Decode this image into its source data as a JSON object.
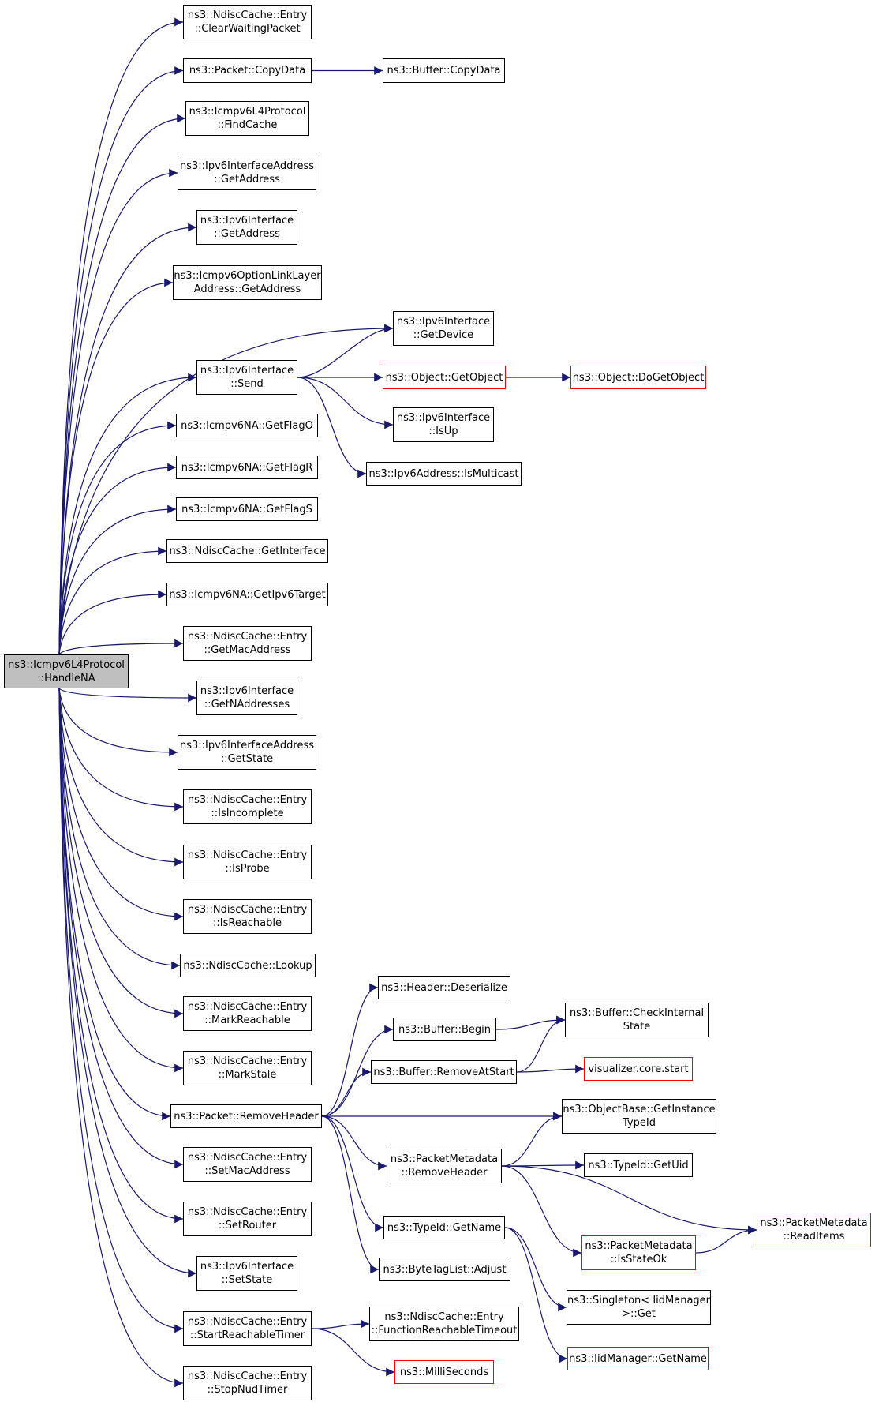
{
  "colors": {
    "edge": "#191970",
    "root_fill": "#bfbfbf",
    "truncated_border": "#ff0000",
    "normal_border": "#000000"
  },
  "nodes": [
    {
      "id": "root",
      "lines": [
        "ns3::Icmpv6L4Protocol",
        "::HandleNA"
      ],
      "kind": "root"
    },
    {
      "id": "n1",
      "lines": [
        "ns3::NdiscCache::Entry",
        "::ClearWaitingPacket"
      ]
    },
    {
      "id": "n2",
      "lines": [
        "ns3::Packet::CopyData"
      ]
    },
    {
      "id": "n2a",
      "lines": [
        "ns3::Buffer::CopyData"
      ]
    },
    {
      "id": "n3",
      "lines": [
        "ns3::Icmpv6L4Protocol",
        "::FindCache"
      ]
    },
    {
      "id": "n4",
      "lines": [
        "ns3::Ipv6InterfaceAddress",
        "::GetAddress"
      ]
    },
    {
      "id": "n5",
      "lines": [
        "ns3::Ipv6Interface",
        "::GetAddress"
      ]
    },
    {
      "id": "n6",
      "lines": [
        "ns3::Icmpv6OptionLinkLayer",
        "Address::GetAddress"
      ]
    },
    {
      "id": "n7",
      "lines": [
        "ns3::Ipv6Interface",
        "::GetDevice"
      ]
    },
    {
      "id": "n8",
      "lines": [
        "ns3::Ipv6Interface",
        "::Send"
      ]
    },
    {
      "id": "n8a",
      "lines": [
        "ns3::Object::GetObject"
      ],
      "kind": "trunc"
    },
    {
      "id": "n8b",
      "lines": [
        "ns3::Object::DoGetObject"
      ],
      "kind": "trunc"
    },
    {
      "id": "n8c",
      "lines": [
        "ns3::Ipv6Interface",
        "::IsUp"
      ]
    },
    {
      "id": "n8d",
      "lines": [
        "ns3::Ipv6Address::IsMulticast"
      ]
    },
    {
      "id": "n9",
      "lines": [
        "ns3::Icmpv6NA::GetFlagO"
      ]
    },
    {
      "id": "n10",
      "lines": [
        "ns3::Icmpv6NA::GetFlagR"
      ]
    },
    {
      "id": "n11",
      "lines": [
        "ns3::Icmpv6NA::GetFlagS"
      ]
    },
    {
      "id": "n12",
      "lines": [
        "ns3::NdiscCache::GetInterface"
      ]
    },
    {
      "id": "n13",
      "lines": [
        "ns3::Icmpv6NA::GetIpv6Target"
      ]
    },
    {
      "id": "n14",
      "lines": [
        "ns3::NdiscCache::Entry",
        "::GetMacAddress"
      ]
    },
    {
      "id": "n15",
      "lines": [
        "ns3::Ipv6Interface",
        "::GetNAddresses"
      ]
    },
    {
      "id": "n16",
      "lines": [
        "ns3::Ipv6InterfaceAddress",
        "::GetState"
      ]
    },
    {
      "id": "n17",
      "lines": [
        "ns3::NdiscCache::Entry",
        "::IsIncomplete"
      ]
    },
    {
      "id": "n18",
      "lines": [
        "ns3::NdiscCache::Entry",
        "::IsProbe"
      ]
    },
    {
      "id": "n19",
      "lines": [
        "ns3::NdiscCache::Entry",
        "::IsReachable"
      ]
    },
    {
      "id": "n20",
      "lines": [
        "ns3::NdiscCache::Lookup"
      ]
    },
    {
      "id": "n21",
      "lines": [
        "ns3::NdiscCache::Entry",
        "::MarkReachable"
      ]
    },
    {
      "id": "n22",
      "lines": [
        "ns3::NdiscCache::Entry",
        "::MarkStale"
      ]
    },
    {
      "id": "n23",
      "lines": [
        "ns3::Packet::RemoveHeader"
      ]
    },
    {
      "id": "h1",
      "lines": [
        "ns3::Header::Deserialize"
      ]
    },
    {
      "id": "h2",
      "lines": [
        "ns3::Buffer::Begin"
      ]
    },
    {
      "id": "h3",
      "lines": [
        "ns3::Buffer::CheckInternal",
        "State"
      ]
    },
    {
      "id": "h4",
      "lines": [
        "ns3::Buffer::RemoveAtStart"
      ]
    },
    {
      "id": "h5",
      "lines": [
        "visualizer.core.start"
      ],
      "kind": "trunc"
    },
    {
      "id": "h6",
      "lines": [
        "ns3::ObjectBase::GetInstance",
        "TypeId"
      ]
    },
    {
      "id": "h7",
      "lines": [
        "ns3::PacketMetadata",
        "::RemoveHeader"
      ]
    },
    {
      "id": "h8",
      "lines": [
        "ns3::TypeId::GetUid"
      ]
    },
    {
      "id": "h9",
      "lines": [
        "ns3::PacketMetadata",
        "::ReadItems"
      ],
      "kind": "trunc"
    },
    {
      "id": "h10",
      "lines": [
        "ns3::TypeId::GetName"
      ]
    },
    {
      "id": "h11",
      "lines": [
        "ns3::PacketMetadata",
        "::IsStateOk"
      ],
      "kind": "trunc"
    },
    {
      "id": "h12",
      "lines": [
        "ns3::ByteTagList::Adjust"
      ]
    },
    {
      "id": "h13",
      "lines": [
        "ns3::Singleton< IidManager",
        ">::Get"
      ]
    },
    {
      "id": "h14",
      "lines": [
        "ns3::IidManager::GetName"
      ],
      "kind": "trunc"
    },
    {
      "id": "n24",
      "lines": [
        "ns3::NdiscCache::Entry",
        "::SetMacAddress"
      ]
    },
    {
      "id": "n25",
      "lines": [
        "ns3::NdiscCache::Entry",
        "::SetRouter"
      ]
    },
    {
      "id": "n26",
      "lines": [
        "ns3::Ipv6Interface",
        "::SetState"
      ]
    },
    {
      "id": "n27",
      "lines": [
        "ns3::NdiscCache::Entry",
        "::StartReachableTimer"
      ]
    },
    {
      "id": "n27a",
      "lines": [
        "ns3::NdiscCache::Entry",
        "::FunctionReachableTimeout"
      ]
    },
    {
      "id": "n27b",
      "lines": [
        "ns3::MilliSeconds"
      ],
      "kind": "trunc"
    },
    {
      "id": "n28",
      "lines": [
        "ns3::NdiscCache::Entry",
        "::StopNudTimer"
      ]
    }
  ],
  "edges": [
    [
      "root",
      "n1"
    ],
    [
      "root",
      "n2"
    ],
    [
      "root",
      "n3"
    ],
    [
      "root",
      "n4"
    ],
    [
      "root",
      "n5"
    ],
    [
      "root",
      "n6"
    ],
    [
      "root",
      "n7"
    ],
    [
      "root",
      "n8"
    ],
    [
      "root",
      "n9"
    ],
    [
      "root",
      "n10"
    ],
    [
      "root",
      "n11"
    ],
    [
      "root",
      "n12"
    ],
    [
      "root",
      "n13"
    ],
    [
      "root",
      "n14"
    ],
    [
      "root",
      "n15"
    ],
    [
      "root",
      "n16"
    ],
    [
      "root",
      "n17"
    ],
    [
      "root",
      "n18"
    ],
    [
      "root",
      "n19"
    ],
    [
      "root",
      "n20"
    ],
    [
      "root",
      "n21"
    ],
    [
      "root",
      "n22"
    ],
    [
      "root",
      "n23"
    ],
    [
      "root",
      "n24"
    ],
    [
      "root",
      "n25"
    ],
    [
      "root",
      "n26"
    ],
    [
      "root",
      "n27"
    ],
    [
      "root",
      "n28"
    ],
    [
      "n2",
      "n2a"
    ],
    [
      "n8",
      "n7"
    ],
    [
      "n8",
      "n8a"
    ],
    [
      "n8",
      "n8c"
    ],
    [
      "n8",
      "n8d"
    ],
    [
      "n8a",
      "n8b"
    ],
    [
      "n23",
      "h1"
    ],
    [
      "n23",
      "h2"
    ],
    [
      "n23",
      "h4"
    ],
    [
      "n23",
      "h6"
    ],
    [
      "n23",
      "h7"
    ],
    [
      "n23",
      "h10"
    ],
    [
      "n23",
      "h12"
    ],
    [
      "h2",
      "h3"
    ],
    [
      "h4",
      "h3"
    ],
    [
      "h4",
      "h5"
    ],
    [
      "h7",
      "h6"
    ],
    [
      "h7",
      "h8"
    ],
    [
      "h7",
      "h9"
    ],
    [
      "h7",
      "h11"
    ],
    [
      "h11",
      "h9"
    ],
    [
      "h10",
      "h13"
    ],
    [
      "h10",
      "h14"
    ],
    [
      "n27",
      "n27a"
    ],
    [
      "n27",
      "n27b"
    ]
  ]
}
